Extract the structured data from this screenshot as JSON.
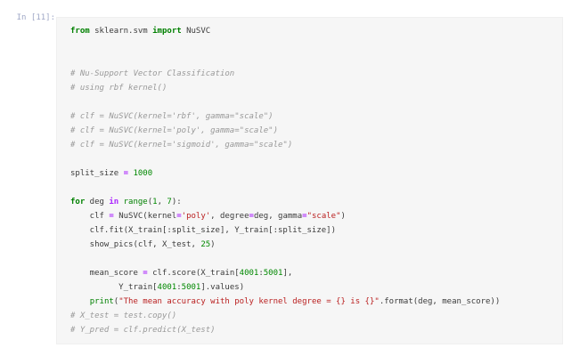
{
  "app": "jupyter-notebook-code-cell",
  "cell": {
    "prompt": "In [11]:",
    "prompt_color": "#9fa7c6",
    "background": "#f6f6f6",
    "palette": {
      "kw": {
        "color": "#008000",
        "bold": true
      },
      "op": {
        "color": "#AA22FF",
        "bold": true
      },
      "bi": {
        "color": "#008000"
      },
      "num": {
        "color": "#008800"
      },
      "str": {
        "color": "#BA2121"
      },
      "cmt": {
        "color": "#999999",
        "italic": true
      },
      "txt": {
        "color": "#3b3b3b"
      }
    },
    "lines": [
      [
        {
          "c": "kw",
          "t": "from"
        },
        {
          "c": "txt",
          "t": " sklearn.svm "
        },
        {
          "c": "kw",
          "t": "import"
        },
        {
          "c": "txt",
          "t": " NuSVC"
        }
      ],
      [],
      [],
      [
        {
          "c": "cmt",
          "t": "# Nu-Support Vector Classification"
        }
      ],
      [
        {
          "c": "cmt",
          "t": "# using rbf kernel()"
        }
      ],
      [],
      [
        {
          "c": "cmt",
          "t": "# clf = NuSVC(kernel='rbf', gamma=\"scale\")"
        }
      ],
      [
        {
          "c": "cmt",
          "t": "# clf = NuSVC(kernel='poly', gamma=\"scale\")"
        }
      ],
      [
        {
          "c": "cmt",
          "t": "# clf = NuSVC(kernel='sigmoid', gamma=\"scale\")"
        }
      ],
      [],
      [
        {
          "c": "txt",
          "t": "split_size "
        },
        {
          "c": "op",
          "t": "="
        },
        {
          "c": "txt",
          "t": " "
        },
        {
          "c": "num",
          "t": "1000"
        }
      ],
      [],
      [
        {
          "c": "kw",
          "t": "for"
        },
        {
          "c": "txt",
          "t": " deg "
        },
        {
          "c": "op",
          "t": "in"
        },
        {
          "c": "txt",
          "t": " "
        },
        {
          "c": "bi",
          "t": "range"
        },
        {
          "c": "txt",
          "t": "("
        },
        {
          "c": "num",
          "t": "1"
        },
        {
          "c": "txt",
          "t": ", "
        },
        {
          "c": "num",
          "t": "7"
        },
        {
          "c": "txt",
          "t": "):"
        }
      ],
      [
        {
          "c": "txt",
          "t": "    clf "
        },
        {
          "c": "op",
          "t": "="
        },
        {
          "c": "txt",
          "t": " NuSVC(kernel"
        },
        {
          "c": "op",
          "t": "="
        },
        {
          "c": "str",
          "t": "'poly'"
        },
        {
          "c": "txt",
          "t": ", degree"
        },
        {
          "c": "op",
          "t": "="
        },
        {
          "c": "txt",
          "t": "deg, gamma"
        },
        {
          "c": "op",
          "t": "="
        },
        {
          "c": "str",
          "t": "\"scale\""
        },
        {
          "c": "txt",
          "t": ")"
        }
      ],
      [
        {
          "c": "txt",
          "t": "    clf.fit(X_train[:split_size], Y_train[:split_size])"
        }
      ],
      [
        {
          "c": "txt",
          "t": "    show_pics(clf, X_test, "
        },
        {
          "c": "num",
          "t": "25"
        },
        {
          "c": "txt",
          "t": ")"
        }
      ],
      [],
      [
        {
          "c": "txt",
          "t": "    mean_score "
        },
        {
          "c": "op",
          "t": "="
        },
        {
          "c": "txt",
          "t": " clf.score(X_train["
        },
        {
          "c": "num",
          "t": "4001"
        },
        {
          "c": "txt",
          "t": ":"
        },
        {
          "c": "num",
          "t": "5001"
        },
        {
          "c": "txt",
          "t": "],"
        }
      ],
      [
        {
          "c": "txt",
          "t": "          Y_train["
        },
        {
          "c": "num",
          "t": "4001"
        },
        {
          "c": "txt",
          "t": ":"
        },
        {
          "c": "num",
          "t": "5001"
        },
        {
          "c": "txt",
          "t": "].values)"
        }
      ],
      [
        {
          "c": "txt",
          "t": "    "
        },
        {
          "c": "bi",
          "t": "print"
        },
        {
          "c": "txt",
          "t": "("
        },
        {
          "c": "str",
          "t": "\"The mean accuracy with poly kernel degree = {} is {}\""
        },
        {
          "c": "txt",
          "t": ".format(deg, mean_score))"
        }
      ],
      [
        {
          "c": "cmt",
          "t": "# X_test = test.copy()"
        }
      ],
      [
        {
          "c": "cmt",
          "t": "# Y_pred = clf.predict(X_test)"
        }
      ]
    ]
  }
}
